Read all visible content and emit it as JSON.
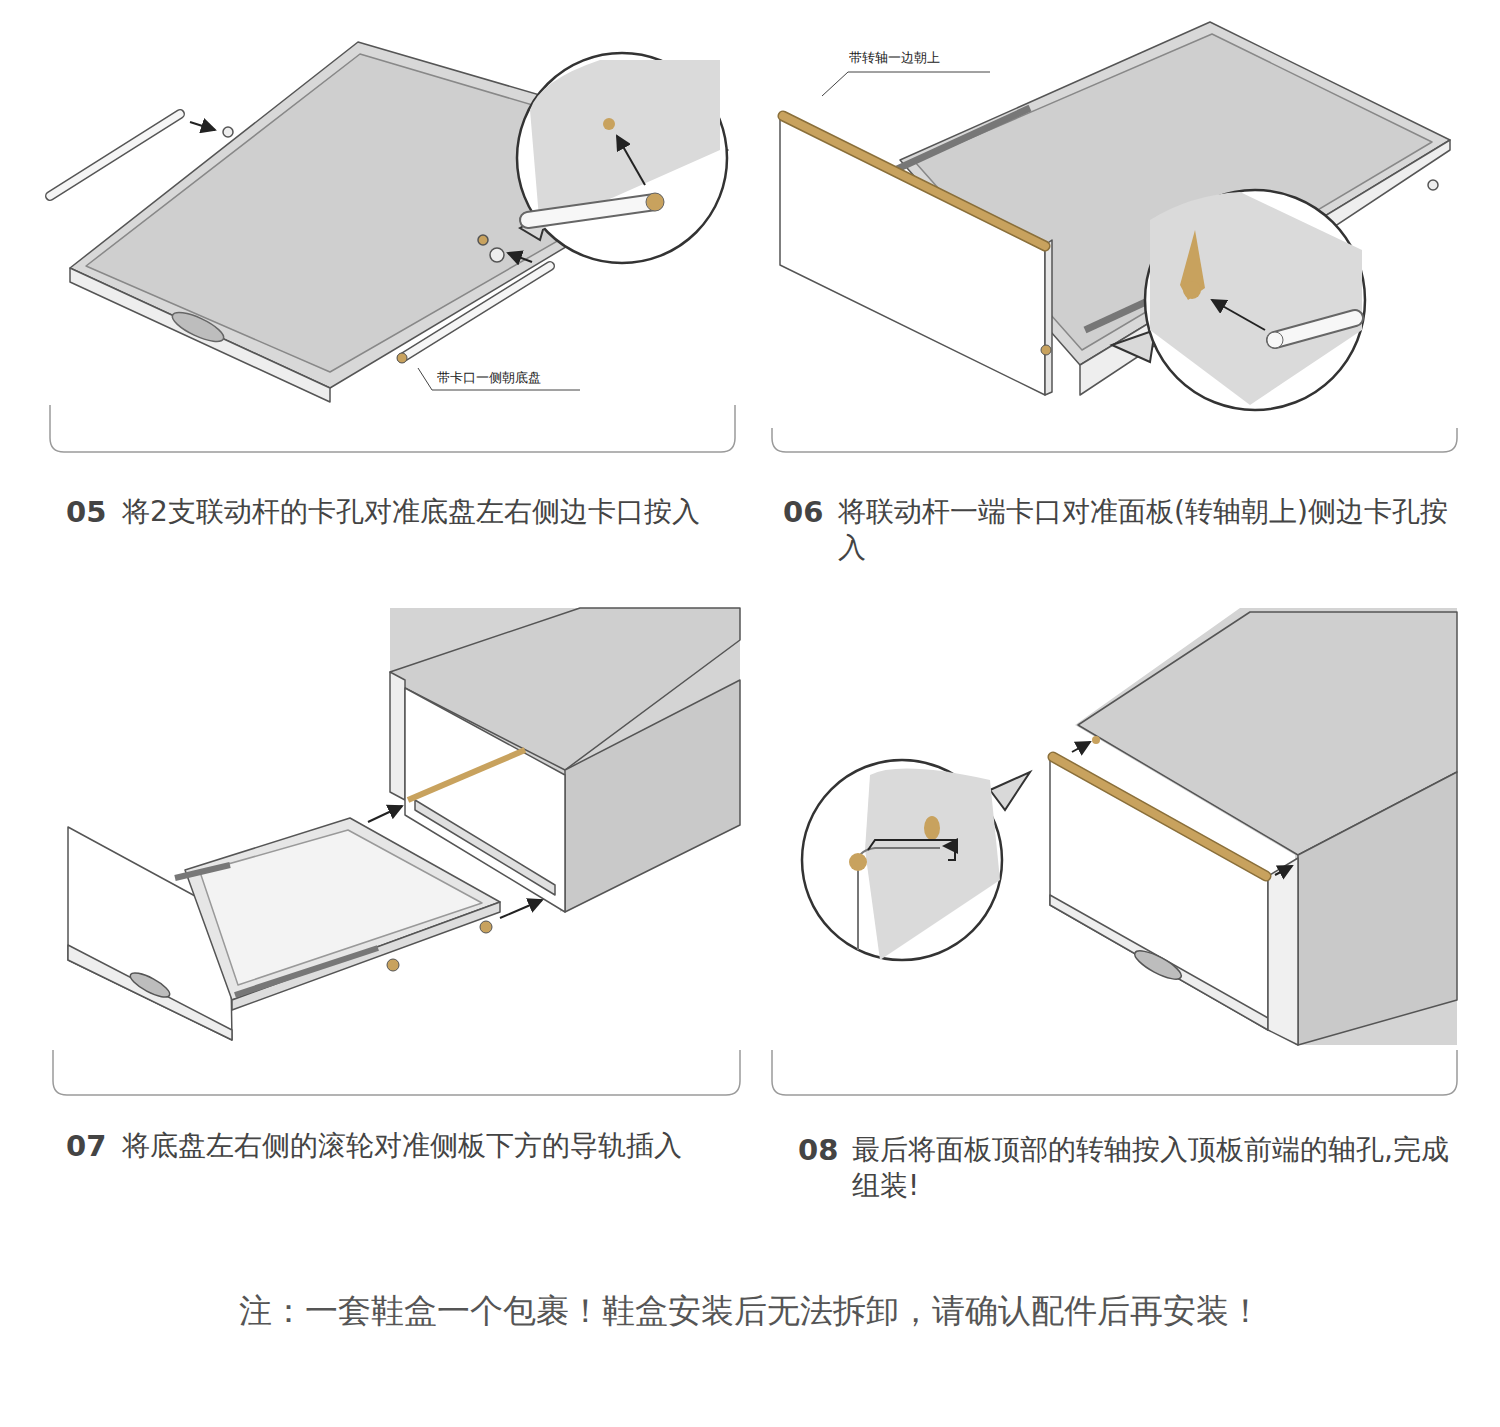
{
  "diagram": {
    "labels": [
      "带卡口一侧朝底盘",
      "05",
      "将2支联动杆的卡孔对准底盘左右侧边卡口按入",
      "带转轴一边朝上",
      "06",
      "将联动杆一端卡口对准面板(转轴朝上)侧边卡孔按入",
      "07",
      "将底盘左右侧的滚轮对准侧板下方的导轨插入",
      "08",
      "最后将面板顶部的转轴按入顶板前端的轴孔,完成组装!",
      "注：一套鞋盒一个包裹！鞋盒安装后无法拆卸，请确认配件后再安装！"
    ]
  }
}
